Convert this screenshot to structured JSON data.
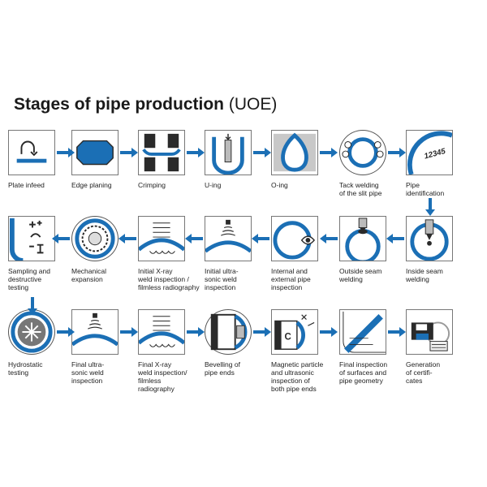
{
  "title": {
    "main": "Stages of pipe production",
    "suffix": "(UOE)"
  },
  "steps": [
    {
      "label": "Plate infeed",
      "icon": "plate-infeed-icon"
    },
    {
      "label": "Edge planing",
      "icon": "edge-planing-icon"
    },
    {
      "label": "Crimping",
      "icon": "crimping-icon"
    },
    {
      "label": "U-ing",
      "icon": "u-ing-icon"
    },
    {
      "label": "O-ing",
      "icon": "o-ing-icon"
    },
    {
      "label": "Tack welding\nof the slit pipe",
      "icon": "tack-welding-icon"
    },
    {
      "label": "Pipe\nidentification",
      "icon": "pipe-identification-icon",
      "marking": "12345"
    },
    {
      "label": "Inside seam\nwelding",
      "icon": "inside-seam-welding-icon"
    },
    {
      "label": "Outside seam\nwelding",
      "icon": "outside-seam-welding-icon"
    },
    {
      "label": "Internal and\nexternal pipe\ninspection",
      "icon": "pipe-inspection-icon"
    },
    {
      "label": "Initial ultra-\nsonic weld\ninspection",
      "icon": "ultrasonic-inspection-icon"
    },
    {
      "label": "Initial X-ray\nweld inspection /\nfilmless radiography",
      "icon": "x-ray-inspection-icon"
    },
    {
      "label": "Mechanical\nexpansion",
      "icon": "mechanical-expansion-icon"
    },
    {
      "label": "Sampling and\ndestructive\ntesting",
      "icon": "destructive-testing-icon"
    },
    {
      "label": "Hydrostatic\ntesting",
      "icon": "hydrostatic-testing-icon"
    },
    {
      "label": "Final ultra-\nsonic weld\ninspection",
      "icon": "final-ultrasonic-icon"
    },
    {
      "label": "Final X-ray\nweld inspection/\nfilmless\nradiography",
      "icon": "final-x-ray-icon"
    },
    {
      "label": "Bevelling of\npipe ends",
      "icon": "bevelling-icon"
    },
    {
      "label": "Magnetic particle\nand ultrasonic\ninspection of\nboth pipe ends",
      "icon": "magnetic-particle-icon"
    },
    {
      "label": "Final inspection\nof surfaces and\npipe geometry",
      "icon": "final-inspection-icon"
    },
    {
      "label": "Generation\nof certifi-\ncates",
      "icon": "certificates-icon"
    }
  ],
  "colors": {
    "accent": "#1b6fb5",
    "dark": "#2a2a2a",
    "frame": "#777777"
  }
}
